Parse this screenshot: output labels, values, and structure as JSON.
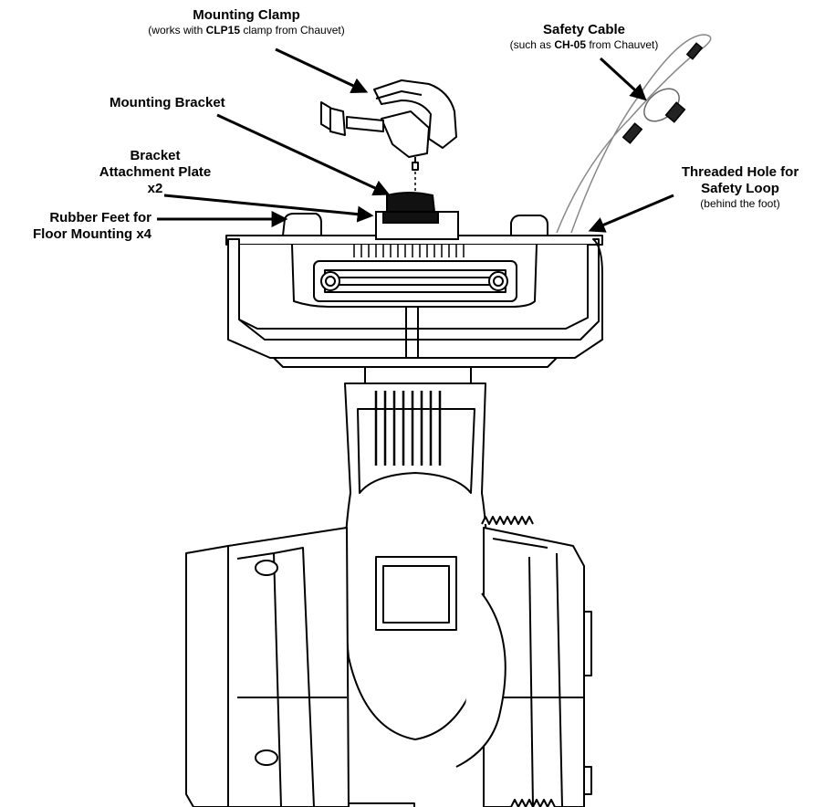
{
  "labels": {
    "mounting_clamp": {
      "title": "Mounting Clamp",
      "sub_pre": "(works with ",
      "sub_bold": "CLP15",
      "sub_post": " clamp from Chauvet)"
    },
    "safety_cable": {
      "title": "Safety Cable",
      "sub_pre": "(such as ",
      "sub_bold": "CH-05",
      "sub_post": " from Chauvet)"
    },
    "mounting_bracket": "Mounting Bracket",
    "bracket_attachment_plate": [
      "Bracket",
      "Attachment Plate",
      "x2"
    ],
    "rubber_feet": [
      "Rubber Feet for",
      "Floor Mounting x4"
    ],
    "threaded_hole": {
      "line1": "Threaded Hole for",
      "line2": "Safety Loop",
      "sub": "(behind the foot)"
    }
  },
  "colors": {
    "line": "#000000",
    "background": "#ffffff",
    "bracket_fill": "#111111",
    "cable": "#888888"
  }
}
